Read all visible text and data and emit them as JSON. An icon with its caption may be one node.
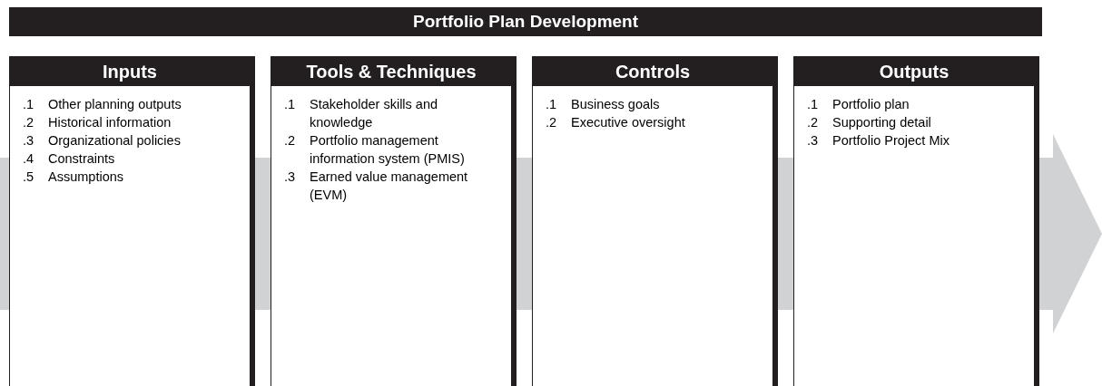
{
  "diagram": {
    "nodes": [
      {
        "text": [
          "Portfolio Plan Development"
        ]
      },
      {
        "text": [
          "Inputs",
          ".1 Other planning outputs",
          ".2 Historical information",
          ".3 Organizational policies",
          ".4 Constraints",
          ".5 Assumptions"
        ]
      },
      {
        "text": [
          "Tools & Techniques",
          ".1 Stakeholder skills and knowledge",
          ".2 Portfolio management information system (PMIS)",
          ".3 Earned value management (EVM)"
        ]
      },
      {
        "text": [
          "Controls",
          ".1 Business goals",
          ".2 Executive oversight"
        ]
      },
      {
        "text": [
          "Outputs",
          ".1 Portfolio plan",
          ".2 Supporting detail",
          ".3 Portfolio Project Mix"
        ]
      }
    ]
  }
}
